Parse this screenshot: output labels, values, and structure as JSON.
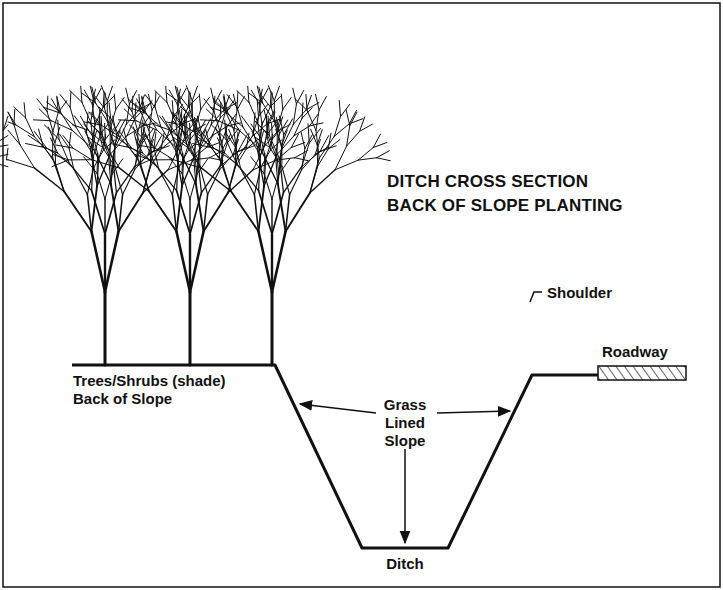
{
  "diagram": {
    "title": "DITCH CROSS SECTION BACK OF SLOPE PLANTING",
    "labels": [
      "Shoulder",
      "Roadway",
      "Trees/Shrubs (shade) Back of Slope",
      "Grass Lined Slope",
      "Ditch"
    ]
  }
}
